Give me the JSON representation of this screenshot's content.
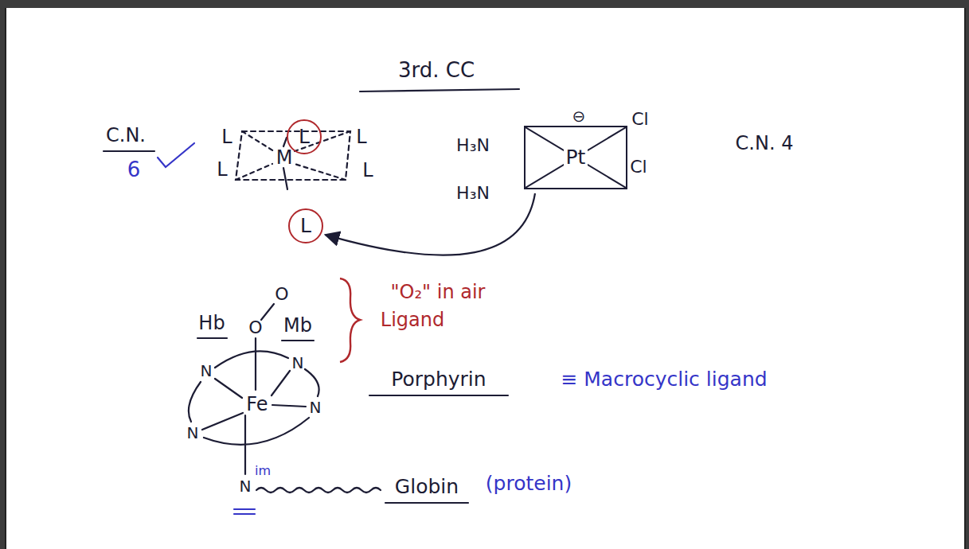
{
  "diagram": {
    "title": "3rd. CC",
    "nodes": [
      {
        "text": [
          "L"
        ]
      },
      {
        "text": [
          "Pt"
        ]
      },
      {
        "text": [
          "L"
        ]
      }
    ],
    "edges": [
      {
        "from": 1,
        "to": 2,
        "arrow": "to"
      }
    ],
    "labels": [
      "C.N.",
      "6",
      "L",
      "L",
      "M",
      "L",
      "L",
      "H₃N",
      "⊖",
      "Cl",
      "H₃N",
      "Cl",
      "C.N. 4",
      "O",
      "Hb",
      "O",
      "Mb",
      "\"O₂\" in air",
      "Ligand",
      "N",
      "N",
      "Fe",
      "N",
      "Porphyrin",
      "≡ Macrocyclic ligand",
      "N",
      "im",
      "N",
      "Globin",
      "(protein)"
    ]
  }
}
